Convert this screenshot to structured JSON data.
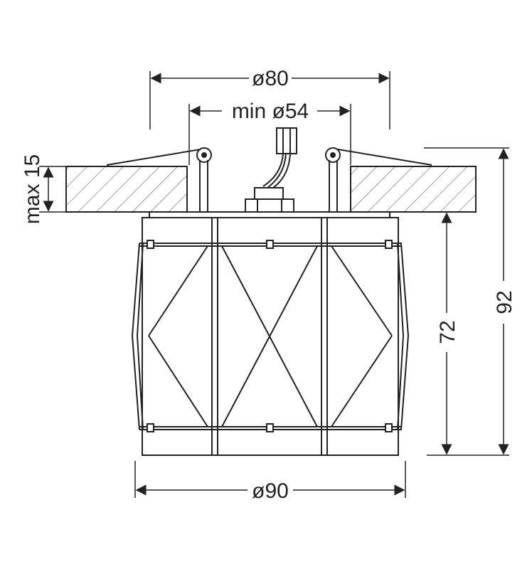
{
  "dimensions": {
    "outer_cutout": "ø80",
    "min_cutout": "min ø54",
    "ceiling_thickness": "max 15",
    "total_height": "92",
    "body_height": "72",
    "body_diameter": "ø90"
  },
  "colors": {
    "line": "#222222",
    "hatch": "#555555",
    "background": "#ffffff"
  }
}
